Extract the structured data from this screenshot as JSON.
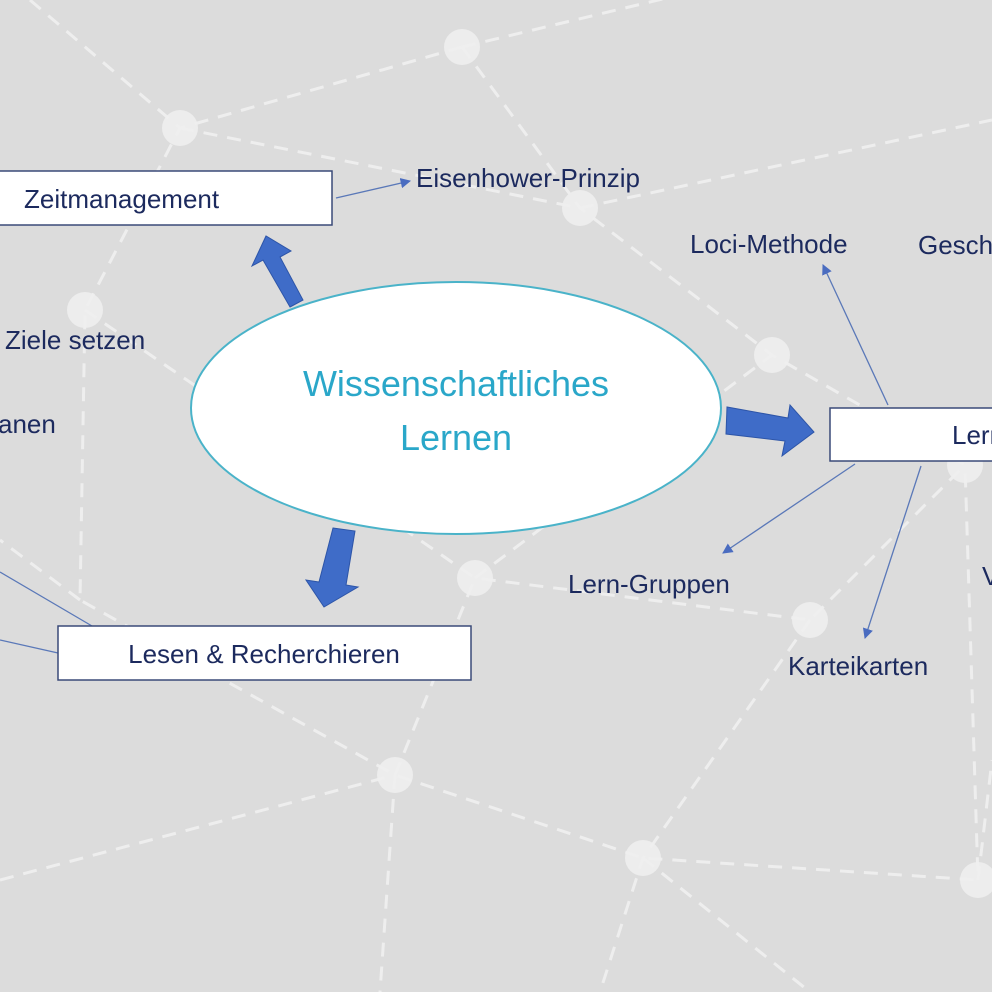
{
  "center": {
    "line1": "Wissenschaftliches",
    "line2": "Lernen"
  },
  "boxes": {
    "zeitmanagement": "Zeitmanagement",
    "lesen": "Lesen & Recherchieren",
    "lernen": "Lern"
  },
  "labels": {
    "eisenhower": "Eisenhower-Prinzip",
    "ziele": "Ziele setzen",
    "planen": "anen",
    "loci": "Loci-Methode",
    "gesch": "Gesch",
    "gruppen": "Lern-Gruppen",
    "karteikarten": "Karteikarten",
    "v": "V"
  },
  "colors": {
    "background": "#dcdcdc",
    "text": "#1c2a5e",
    "accent": "#2aa7c9",
    "arrow": "#3f6cc8"
  }
}
